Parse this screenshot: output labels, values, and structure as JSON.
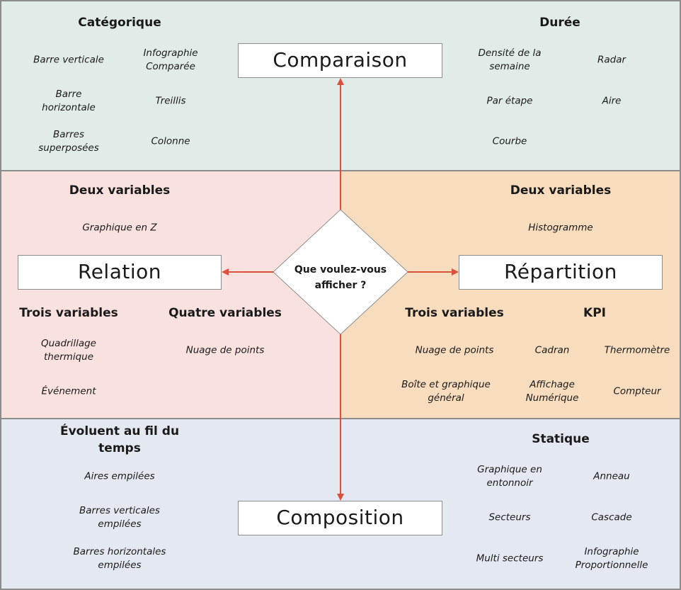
{
  "center": {
    "question": "Que voulez-vous afficher ?"
  },
  "colors": {
    "comparaison_bg": "#e1ece8",
    "relation_bg": "#f9e1df",
    "repartition_bg": "#f7dcbd",
    "composition_bg": "#e4e8f0",
    "arrow": "#d9503c",
    "border": "#8c8c8c"
  },
  "comparaison": {
    "title": "Comparaison",
    "groups": [
      {
        "heading": "Catégorique",
        "items": [
          "Barre verticale",
          "Infographie\nComparée",
          "Barre\nhorizontale",
          "Treillis",
          "Barres\nsuperposées",
          "Colonne"
        ]
      },
      {
        "heading": "Durée",
        "items": [
          "Densité de la\nsemaine",
          "Radar",
          "Par étape",
          "Aire",
          "Courbe"
        ]
      }
    ]
  },
  "relation": {
    "title": "Relation",
    "groups": [
      {
        "heading": "Deux variables",
        "items": [
          "Graphique en Z"
        ]
      },
      {
        "heading": "Trois variables",
        "items": [
          "Quadrillage\nthermique",
          "Événement"
        ]
      },
      {
        "heading": "Quatre variables",
        "items": [
          "Nuage de points"
        ]
      }
    ]
  },
  "repartition": {
    "title": "Répartition",
    "groups": [
      {
        "heading": "Deux variables",
        "items": [
          "Histogramme"
        ]
      },
      {
        "heading": "Trois variables",
        "items": [
          "Nuage de points",
          "Boîte et graphique\ngénéral"
        ]
      },
      {
        "heading": "KPI",
        "items": [
          "Cadran",
          "Thermomètre",
          "Affichage\nNumérique",
          "Compteur"
        ]
      }
    ]
  },
  "composition": {
    "title": "Composition",
    "groups": [
      {
        "heading": "Évoluent au fil du\ntemps",
        "items": [
          "Aires empilées",
          "Barres verticales\nempilées",
          "Barres horizontales\nempilées"
        ]
      },
      {
        "heading": "Statique",
        "items": [
          "Graphique en\nentonnoir",
          "Anneau",
          "Secteurs",
          "Cascade",
          "Multi secteurs",
          "Infographie\nProportionnelle"
        ]
      }
    ]
  }
}
